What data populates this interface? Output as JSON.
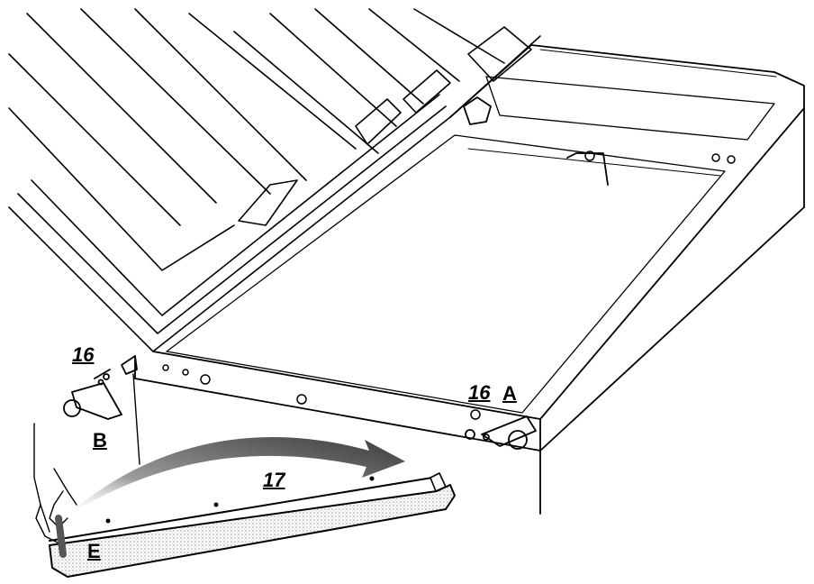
{
  "labels": {
    "part_16_left": "16",
    "part_16_right": "16",
    "part_17": "17",
    "letter_a": "A",
    "letter_b": "B",
    "letter_e": "E"
  },
  "colors": {
    "line": "#000000",
    "background": "#ffffff",
    "shading": "#bdbdbd",
    "arrow_dark": "#4a4a4a"
  }
}
